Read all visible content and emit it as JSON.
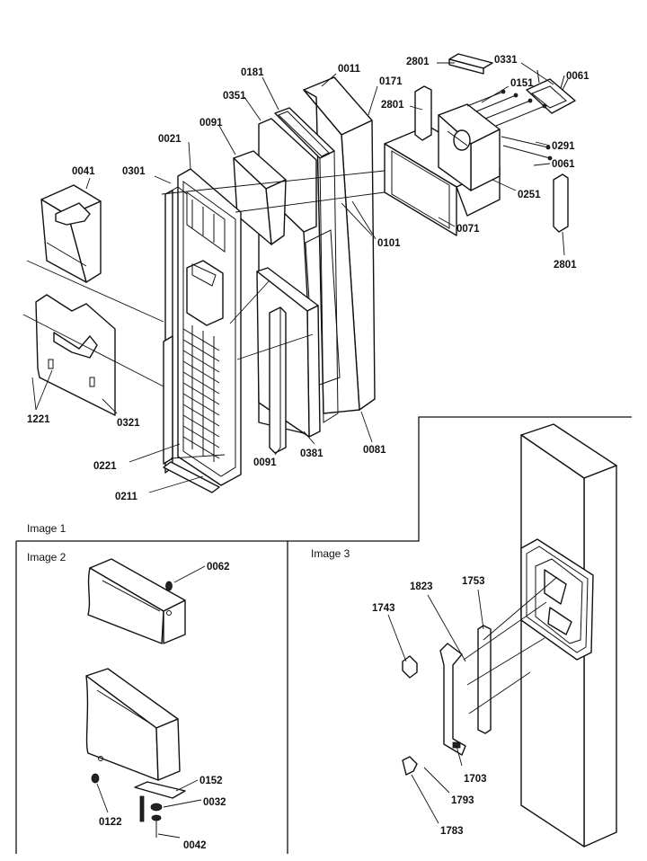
{
  "panels": [
    {
      "id": "image1",
      "title": "Image 1"
    },
    {
      "id": "image2",
      "title": "Image 2"
    },
    {
      "id": "image3",
      "title": "Image 3"
    }
  ],
  "callouts": {
    "c0011": "0011",
    "c0181": "0181",
    "c0171": "0171",
    "c2801a": "2801",
    "c0331": "0331",
    "c0061a": "0061",
    "c0351": "0351",
    "c0091a": "0091",
    "c0021": "0021",
    "c0151": "0151",
    "c2801b": "2801",
    "c0291": "0291",
    "c0061b": "0061",
    "c0041": "0041",
    "c0301": "0301",
    "c0251": "0251",
    "c0071": "0071",
    "c0101": "0101",
    "c2801c": "2801",
    "c1221": "1221",
    "c0321": "0321",
    "c0221": "0221",
    "c0091b": "0091",
    "c0381": "0381",
    "c0081": "0081",
    "c0211": "0211",
    "c0062": "0062",
    "c0152": "0152",
    "c0122": "0122",
    "c0032": "0032",
    "c0042": "0042",
    "c1753": "1753",
    "c1823": "1823",
    "c1743": "1743",
    "c1703": "1703",
    "c1793": "1793",
    "c1783": "1783"
  }
}
